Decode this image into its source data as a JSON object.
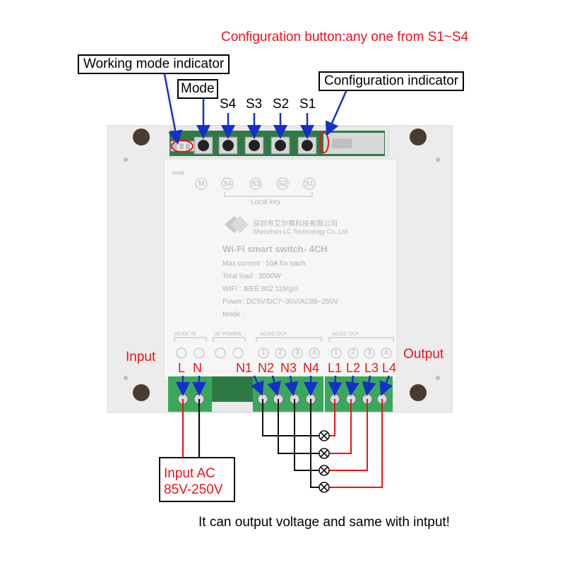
{
  "labels": {
    "config_button": "Configuration button:any one from S1~S4",
    "working_mode_indicator": "Working mode indicator",
    "mode": "Mode",
    "config_indicator": "Configuration indicator",
    "s4": "S4",
    "s3": "S3",
    "s2": "S2",
    "s1": "S1",
    "input": "Input",
    "output": "Output",
    "L": "L",
    "N": "N",
    "n1": "N1",
    "n2": "N2",
    "n3": "N3",
    "n4": "N4",
    "l1": "L1",
    "l2": "L2",
    "l3": "L3",
    "l4": "L4",
    "input_ac_line1": "Input AC",
    "input_ac_line2": "85V-250V",
    "footer": "It can output voltage and same with intput!"
  },
  "device": {
    "company_cn": "深圳市艾尔赛科技有限公司",
    "company_en": "Shenzhen LC Technology Co.,Ltd.",
    "product": "Wi-Fi smart switch- 4CH",
    "spec_current": "Max current : 10A for each",
    "spec_load": "Total load : 3500W",
    "spec_wifi": "WIFI : IEEE 802 11b/g/n",
    "spec_power": "Power: DC5V/DC7~30V/AC85~250V",
    "spec_mode": "Mode :",
    "local_key": "Local key",
    "mode_print": "Mode",
    "acdc_in": "AC/DC  IN",
    "dc_power": "DC POWER",
    "acdc_out1": "AC/DC      OUT",
    "acdc_out2": "AC/DC      OUT",
    "btn_m": "M",
    "btn_s4": "S4",
    "btn_s3": "S3",
    "btn_s2": "S2",
    "btn_s1": "S1",
    "out_nums": [
      "1",
      "2",
      "3",
      "4"
    ]
  },
  "colors": {
    "annotation_red": "#e8141b",
    "arrow_blue": "#1530c8",
    "terminal_green": "#3aa85a",
    "enclosure": "#eeeeee"
  }
}
